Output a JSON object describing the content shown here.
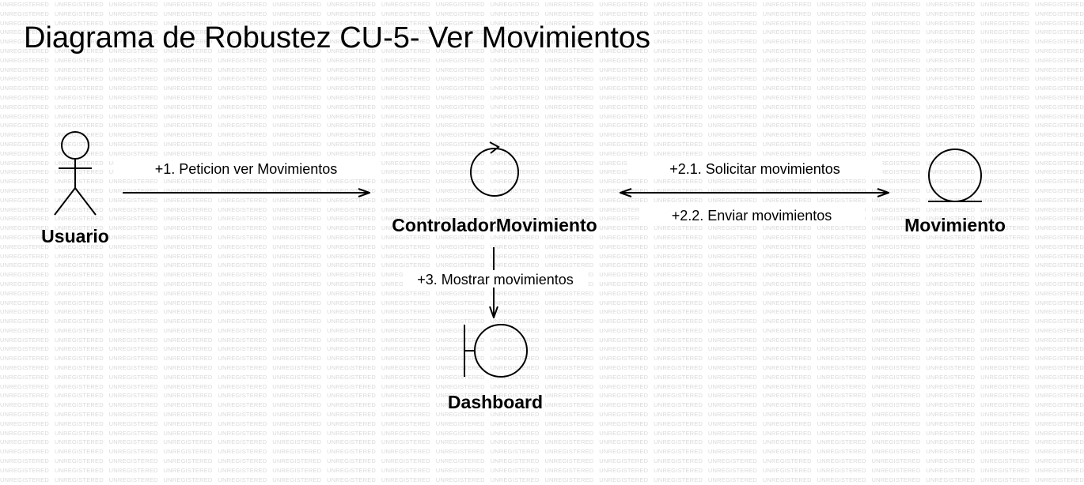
{
  "diagram": {
    "title": "Diagrama de Robustez CU-5- Ver Movimientos",
    "watermark_text": "UNREGISTERED",
    "elements": {
      "actor": {
        "label": "Usuario",
        "kind": "actor"
      },
      "controller": {
        "label": "ControladorMovimiento",
        "kind": "control"
      },
      "entity": {
        "label": "Movimiento",
        "kind": "entity"
      },
      "boundary": {
        "label": "Dashboard",
        "kind": "boundary"
      }
    },
    "messages": {
      "m1": {
        "label": "+1. Peticion ver Movimientos",
        "from": "Usuario",
        "to": "ControladorMovimiento"
      },
      "m2_1": {
        "label": "+2.1. Solicitar movimientos",
        "from": "ControladorMovimiento",
        "to": "Movimiento"
      },
      "m2_2": {
        "label": "+2.2. Enviar movimientos",
        "from": "Movimiento",
        "to": "ControladorMovimiento"
      },
      "m3": {
        "label": "+3. Mostrar movimientos",
        "from": "ControladorMovimiento",
        "to": "Dashboard"
      }
    }
  }
}
